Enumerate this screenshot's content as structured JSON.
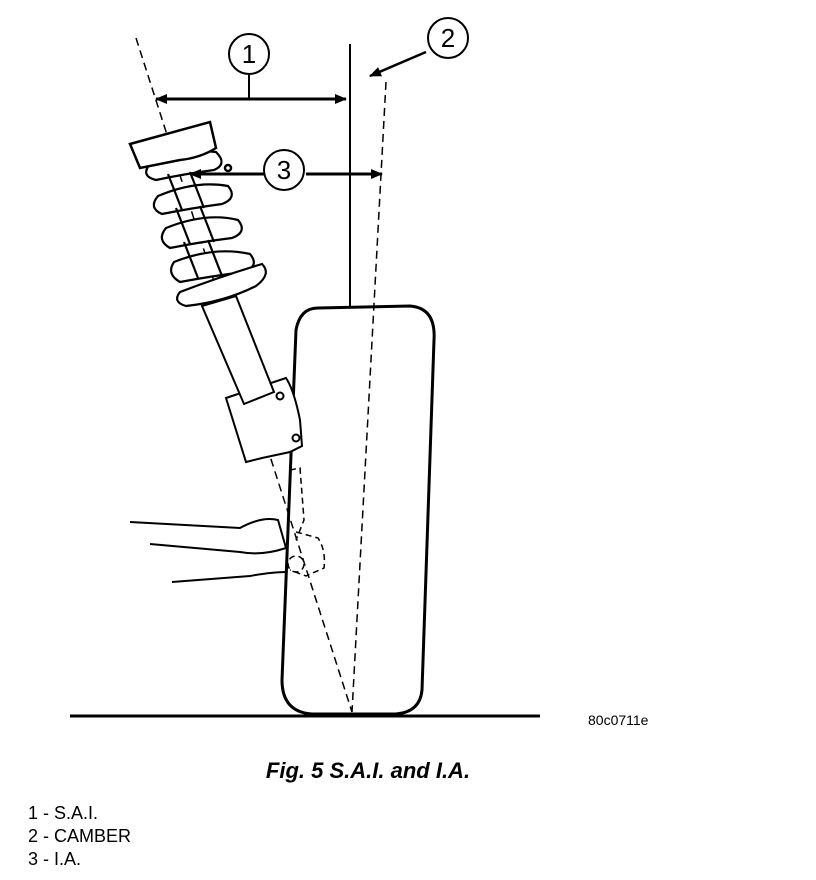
{
  "callouts": {
    "one": "1",
    "two": "2",
    "three": "3"
  },
  "figure_code": "80c0711e",
  "caption": "Fig. 5 S.A.I. and I.A.",
  "legend": [
    {
      "text": "1 - S.A.I."
    },
    {
      "text": "2 - CAMBER"
    },
    {
      "text": "3 - I.A."
    }
  ],
  "colors": {
    "ink": "#000000",
    "paper": "#ffffff"
  }
}
